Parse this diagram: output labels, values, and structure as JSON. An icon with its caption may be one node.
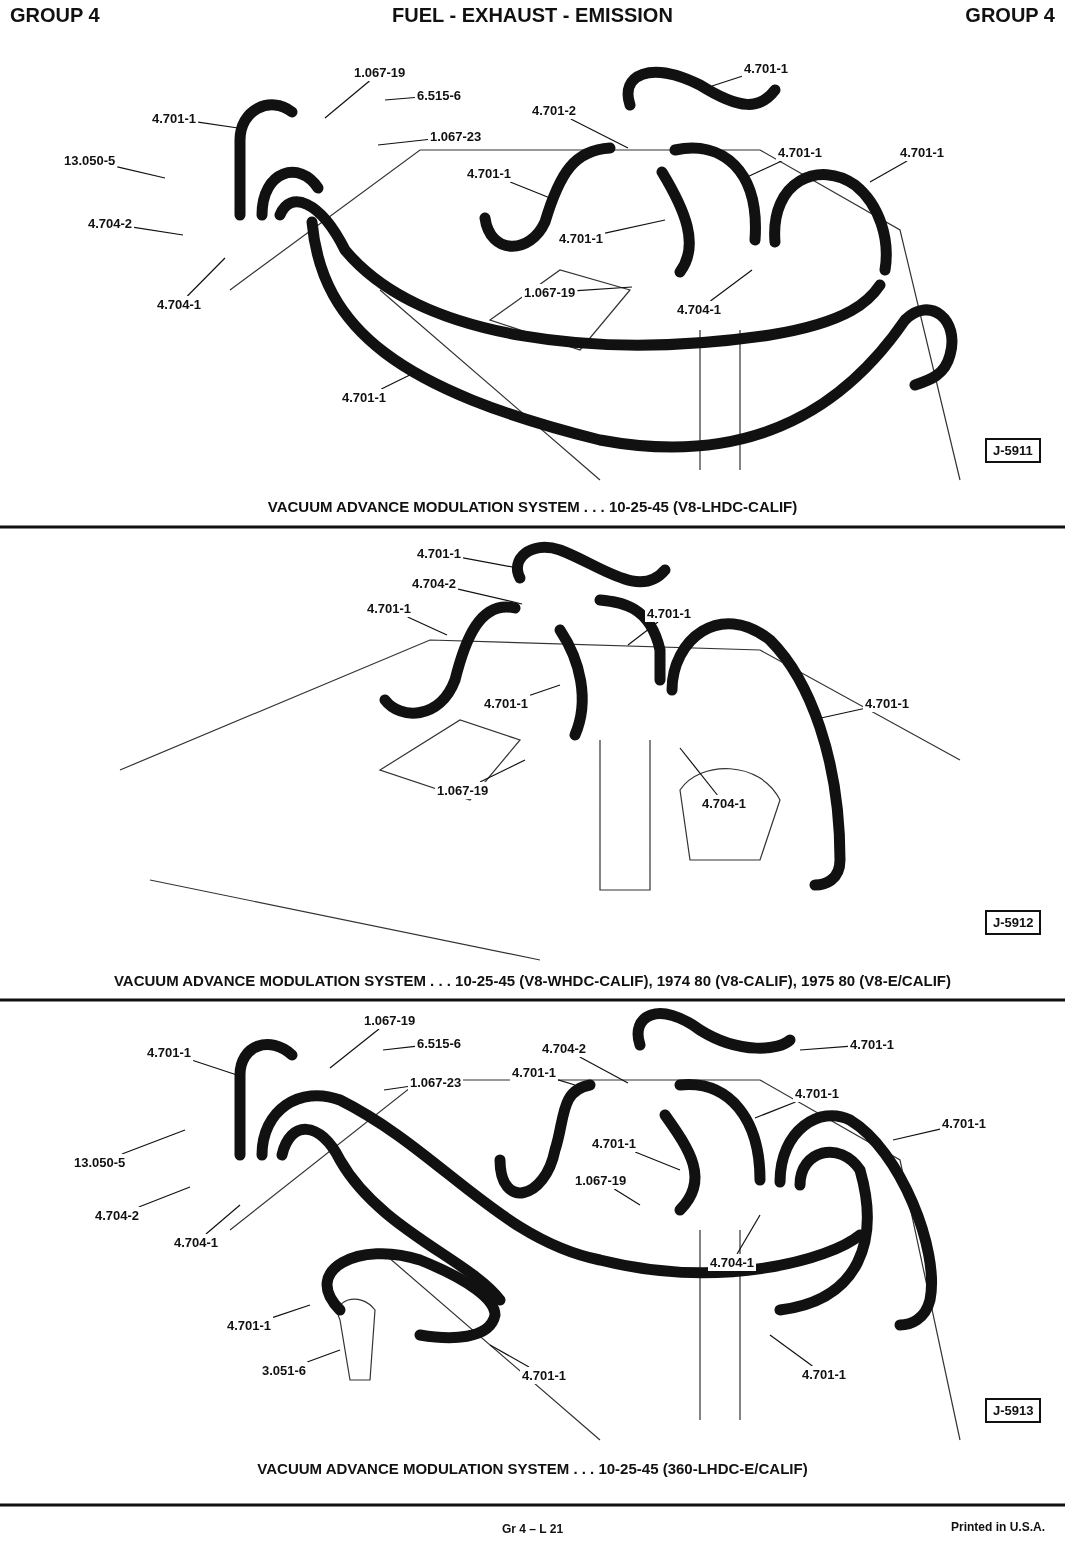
{
  "diagram": {
    "title": "FUEL - EXHAUST - EMISSION",
    "nodes": [
      {
        "text": [
          "1.067-19"
        ]
      },
      {
        "text": [
          "6.515-6"
        ]
      },
      {
        "text": [
          "4.701-1"
        ]
      },
      {
        "text": [
          "1.067-23"
        ]
      },
      {
        "text": [
          "13.050-5"
        ]
      },
      {
        "text": [
          "4.704-2"
        ]
      },
      {
        "text": [
          "4.704-1"
        ]
      },
      {
        "text": [
          "4.701-1"
        ]
      },
      {
        "text": [
          "4.701-2"
        ]
      },
      {
        "text": [
          "4.701-1"
        ]
      },
      {
        "text": [
          "4.701-1"
        ]
      },
      {
        "text": [
          "4.701-1"
        ]
      },
      {
        "text": [
          "4.701-1"
        ]
      },
      {
        "text": [
          "1.067-19"
        ]
      },
      {
        "text": [
          "4.704-1"
        ]
      },
      {
        "text": [
          "4.701-1"
        ]
      },
      {
        "text": [
          "J-5911"
        ]
      },
      {
        "text": [
          "4.701-1"
        ]
      },
      {
        "text": [
          "4.704-2"
        ]
      },
      {
        "text": [
          "4.701-1"
        ]
      },
      {
        "text": [
          "4.701-1"
        ]
      },
      {
        "text": [
          "4.701-1"
        ]
      },
      {
        "text": [
          "4.701-1"
        ]
      },
      {
        "text": [
          "1.067-19"
        ]
      },
      {
        "text": [
          "4.704-1"
        ]
      },
      {
        "text": [
          "J-5912"
        ]
      },
      {
        "text": [
          "1.067-19"
        ]
      },
      {
        "text": [
          "6.515-6"
        ]
      },
      {
        "text": [
          "4.701-1"
        ]
      },
      {
        "text": [
          "4.704-2"
        ]
      },
      {
        "text": [
          "4.701-1"
        ]
      },
      {
        "text": [
          "1.067-23"
        ]
      },
      {
        "text": [
          "4.701-1"
        ]
      },
      {
        "text": [
          "4.701-1"
        ]
      },
      {
        "text": [
          "13.050-5"
        ]
      },
      {
        "text": [
          "4.701-1"
        ]
      },
      {
        "text": [
          "4.701-1"
        ]
      },
      {
        "text": [
          "1.067-19"
        ]
      },
      {
        "text": [
          "4.704-2"
        ]
      },
      {
        "text": [
          "4.704-1"
        ]
      },
      {
        "text": [
          "4.704-1"
        ]
      },
      {
        "text": [
          "4.701-1"
        ]
      },
      {
        "text": [
          "3.051-6"
        ]
      },
      {
        "text": [
          "4.701-1"
        ]
      },
      {
        "text": [
          "4.701-1"
        ]
      },
      {
        "text": [
          "J-5913"
        ]
      }
    ],
    "edges": [
      {
        "from": 0,
        "to": null,
        "arrow": "none"
      },
      {
        "from": 1,
        "to": null,
        "arrow": "none"
      },
      {
        "from": 2,
        "to": null,
        "arrow": "none"
      },
      {
        "from": 3,
        "to": null,
        "arrow": "none"
      },
      {
        "from": 4,
        "to": null,
        "arrow": "none"
      },
      {
        "from": 5,
        "to": null,
        "arrow": "none"
      },
      {
        "from": 6,
        "to": null,
        "arrow": "none"
      },
      {
        "from": 7,
        "to": null,
        "arrow": "none"
      },
      {
        "from": 8,
        "to": null,
        "arrow": "none"
      },
      {
        "from": 9,
        "to": null,
        "arrow": "none"
      },
      {
        "from": 10,
        "to": null,
        "arrow": "none"
      },
      {
        "from": 11,
        "to": null,
        "arrow": "none"
      },
      {
        "from": 12,
        "to": null,
        "arrow": "none"
      },
      {
        "from": 13,
        "to": null,
        "arrow": "none"
      },
      {
        "from": 14,
        "to": null,
        "arrow": "none"
      },
      {
        "from": 15,
        "to": null,
        "arrow": "none"
      },
      {
        "from": 17,
        "to": null,
        "arrow": "none"
      },
      {
        "from": 18,
        "to": null,
        "arrow": "none"
      },
      {
        "from": 19,
        "to": null,
        "arrow": "none"
      },
      {
        "from": 20,
        "to": null,
        "arrow": "none"
      },
      {
        "from": 21,
        "to": null,
        "arrow": "none"
      },
      {
        "from": 22,
        "to": null,
        "arrow": "none"
      },
      {
        "from": 23,
        "to": null,
        "arrow": "none"
      },
      {
        "from": 24,
        "to": null,
        "arrow": "none"
      },
      {
        "from": 26,
        "to": null,
        "arrow": "none"
      },
      {
        "from": 27,
        "to": null,
        "arrow": "none"
      },
      {
        "from": 28,
        "to": null,
        "arrow": "none"
      },
      {
        "from": 29,
        "to": null,
        "arrow": "none"
      },
      {
        "from": 30,
        "to": null,
        "arrow": "none"
      },
      {
        "from": 31,
        "to": null,
        "arrow": "none"
      },
      {
        "from": 32,
        "to": null,
        "arrow": "none"
      },
      {
        "from": 33,
        "to": null,
        "arrow": "none"
      },
      {
        "from": 34,
        "to": null,
        "arrow": "none"
      },
      {
        "from": 35,
        "to": null,
        "arrow": "none"
      },
      {
        "from": 36,
        "to": null,
        "arrow": "none"
      },
      {
        "from": 37,
        "to": null,
        "arrow": "none"
      },
      {
        "from": 38,
        "to": null,
        "arrow": "none"
      },
      {
        "from": 39,
        "to": null,
        "arrow": "none"
      },
      {
        "from": 40,
        "to": null,
        "arrow": "none"
      },
      {
        "from": 41,
        "to": null,
        "arrow": "none"
      },
      {
        "from": 42,
        "to": null,
        "arrow": "none"
      },
      {
        "from": 43,
        "to": null,
        "arrow": "none"
      },
      {
        "from": 44,
        "to": null,
        "arrow": "none"
      }
    ],
    "labels": [
      "GROUP 4",
      "GROUP 4",
      "VACUUM ADVANCE MODULATION SYSTEM . . . 10-25-45 (V8-LHDC-CALIF)",
      "VACUUM ADVANCE MODULATION SYSTEM . . . 10-25-45 (V8-WHDC-CALIF), 1974 80 (V8-CALIF), 1975 80 (V8-E/CALIF)",
      "VACUUM ADVANCE MODULATION SYSTEM . . . 10-25-45 (360-LHDC-E/CALIF)",
      "Gr 4 – L 21",
      "Printed in U.S.A."
    ]
  }
}
